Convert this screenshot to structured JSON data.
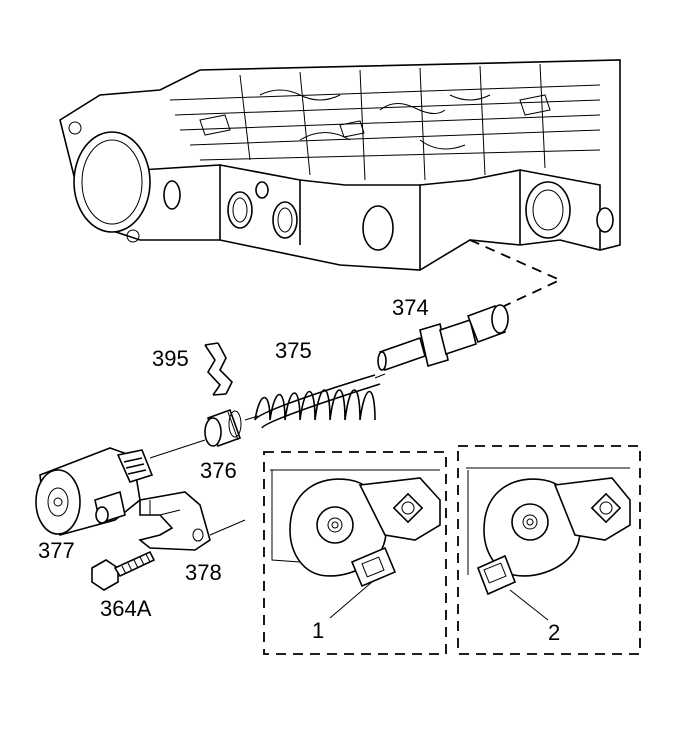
{
  "callouts": {
    "c374": "374",
    "c375": "375",
    "c395": "395",
    "c376": "376",
    "c377": "377",
    "c378": "378",
    "c364a": "364A",
    "c1": "1",
    "c2": "2"
  }
}
